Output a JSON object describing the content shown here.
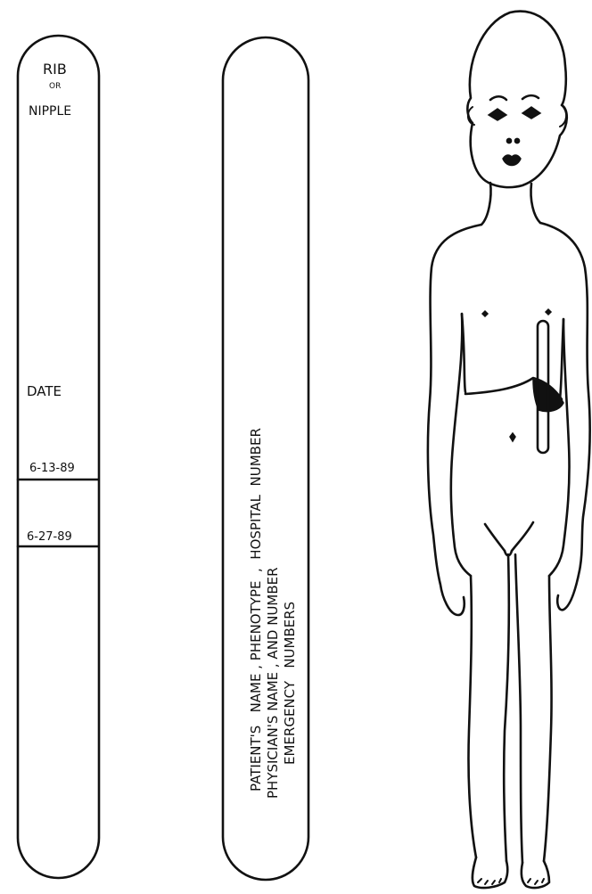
{
  "left_strip": {
    "top_label_line1": "RIB",
    "top_label_line2": "OR",
    "top_label_line3": "NIPPLE",
    "date_header": "DATE",
    "dates": [
      "6-13-89",
      "6-27-89"
    ]
  },
  "middle_strip": {
    "line1": "PATIENT'S   NAME , PHENOTYPE  ,  HOSPITAL  NUMBER",
    "line2": "PHYSICIAN'S NAME , AND NUMBER",
    "line3": "EMERGENCY   NUMBERS"
  }
}
